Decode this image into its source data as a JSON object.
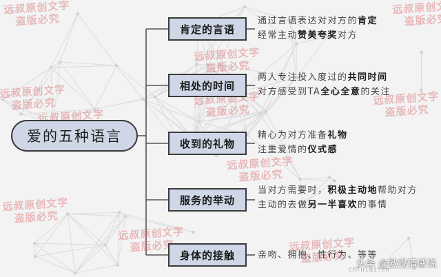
{
  "root": {
    "label": "爱的五种语言"
  },
  "branches": [
    {
      "label": "肯定的言语",
      "lines": [
        [
          {
            "t": "通过言语表达对对方的"
          },
          {
            "t": "肯定",
            "hl": true
          }
        ],
        [
          {
            "t": "经常主动"
          },
          {
            "t": "赞美夸奖",
            "hl": true
          },
          {
            "t": "对方"
          }
        ]
      ]
    },
    {
      "label": "相处的时间",
      "lines": [
        [
          {
            "t": "两人专注投入度过的"
          },
          {
            "t": "共同时间",
            "hl": true
          }
        ],
        [
          {
            "t": "对方感受到TA"
          },
          {
            "t": "全心全意",
            "hl": true
          },
          {
            "t": "的关注"
          }
        ]
      ]
    },
    {
      "label": "收到的礼物",
      "lines": [
        [
          {
            "t": "精心为对方准备"
          },
          {
            "t": "礼物",
            "hl": true
          }
        ],
        [
          {
            "t": "注重爱情的"
          },
          {
            "t": "仪式感",
            "hl": true
          }
        ]
      ]
    },
    {
      "label": "服务的举动",
      "lines": [
        [
          {
            "t": "当对方需要时，"
          },
          {
            "t": "积极主动地",
            "hl": true
          },
          {
            "t": "帮助对方"
          }
        ],
        [
          {
            "t": "主动的去做"
          },
          {
            "t": "另一半喜欢",
            "hl": true
          },
          {
            "t": "的事情"
          }
        ]
      ]
    },
    {
      "label": "身体的接触",
      "lines": [
        [
          {
            "t": "亲吻、拥抱、性行为、等等"
          }
        ]
      ]
    }
  ],
  "watermark": {
    "line1": "远叔原创文字",
    "line2": "盗版必究"
  },
  "credit": "头条 @救缘情感说",
  "site": "cnfulai.cn",
  "colors": {
    "node_fill": "#cfd7e6",
    "line": "#555555",
    "watermark": "#d66060"
  }
}
